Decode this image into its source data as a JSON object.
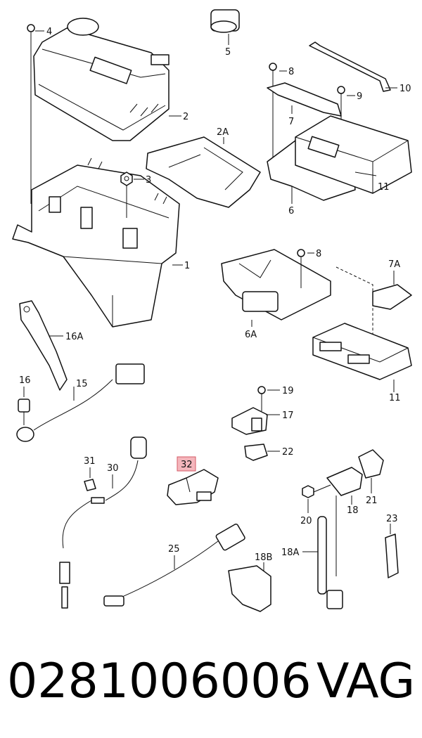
{
  "callouts": {
    "c1": "1",
    "c2": "2",
    "c2a": "2A",
    "c3": "3",
    "c4": "4",
    "c5": "5",
    "c6": "6",
    "c6a": "6A",
    "c7": "7",
    "c7a": "7A",
    "c8a": "8",
    "c8b": "8",
    "c9": "9",
    "c10": "10",
    "c11a": "11",
    "c11b": "11",
    "c15": "15",
    "c16": "16",
    "c16a": "16A",
    "c17": "17",
    "c18": "18",
    "c18a": "18A",
    "c18b": "18B",
    "c19": "19",
    "c20": "20",
    "c21": "21",
    "c22": "22",
    "c23": "23",
    "c25": "25",
    "c30": "30",
    "c31": "31",
    "c32": "32"
  },
  "highlight": {
    "callout": "32",
    "color": "#f4b6bc",
    "border": "#d45a66"
  },
  "caption": {
    "part_number": "0281006006",
    "brand": "VAG"
  }
}
